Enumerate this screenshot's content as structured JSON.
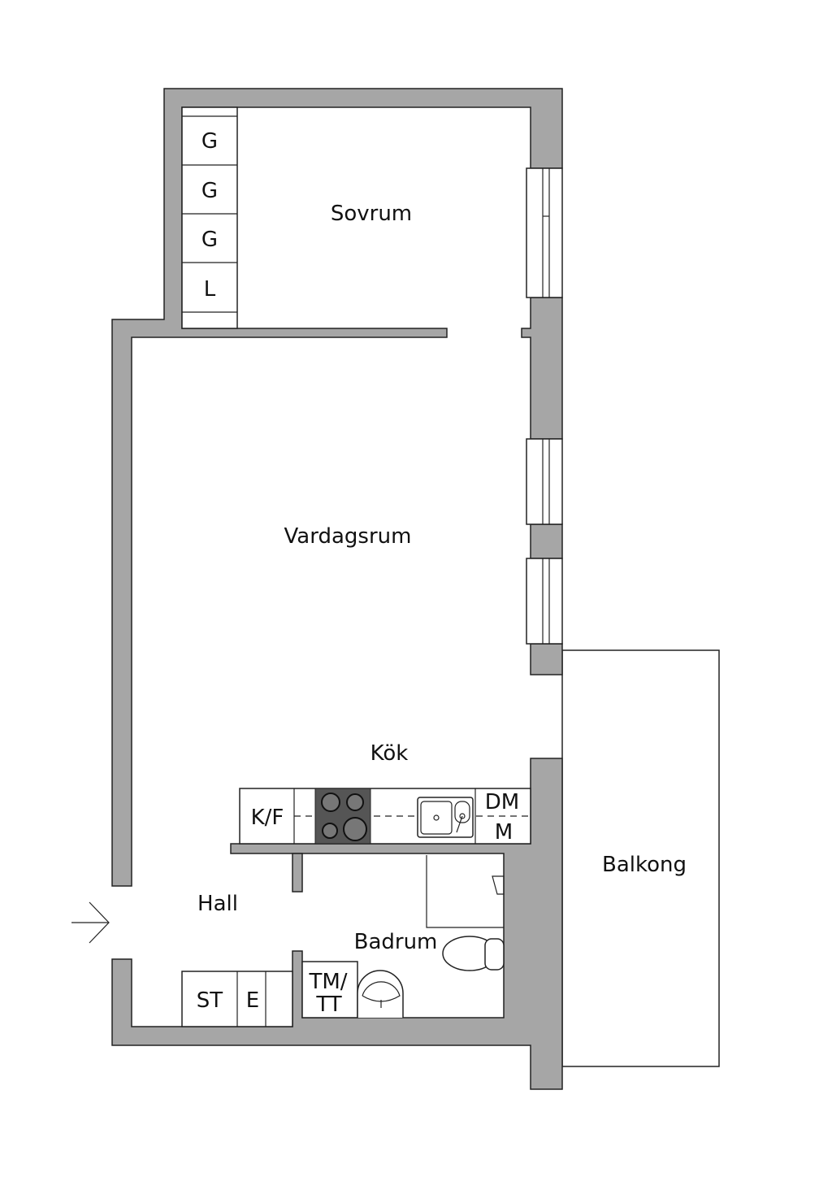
{
  "rooms": {
    "sovrum": "Sovrum",
    "vardagsrum": "Vardagsrum",
    "kok": "Kök",
    "hall": "Hall",
    "badrum": "Badrum",
    "balkong": "Balkong"
  },
  "closets": {
    "wardrobe1": "G",
    "wardrobe2": "G",
    "wardrobe3": "G",
    "linen": "L",
    "st": "ST",
    "e": "E",
    "tm": "TM/",
    "tt": "TT"
  },
  "kitchen": {
    "kf": "K/F",
    "dm": "DM",
    "m": "M"
  },
  "colors": {
    "wall": "#a6a6a6",
    "stove": "#555555"
  }
}
